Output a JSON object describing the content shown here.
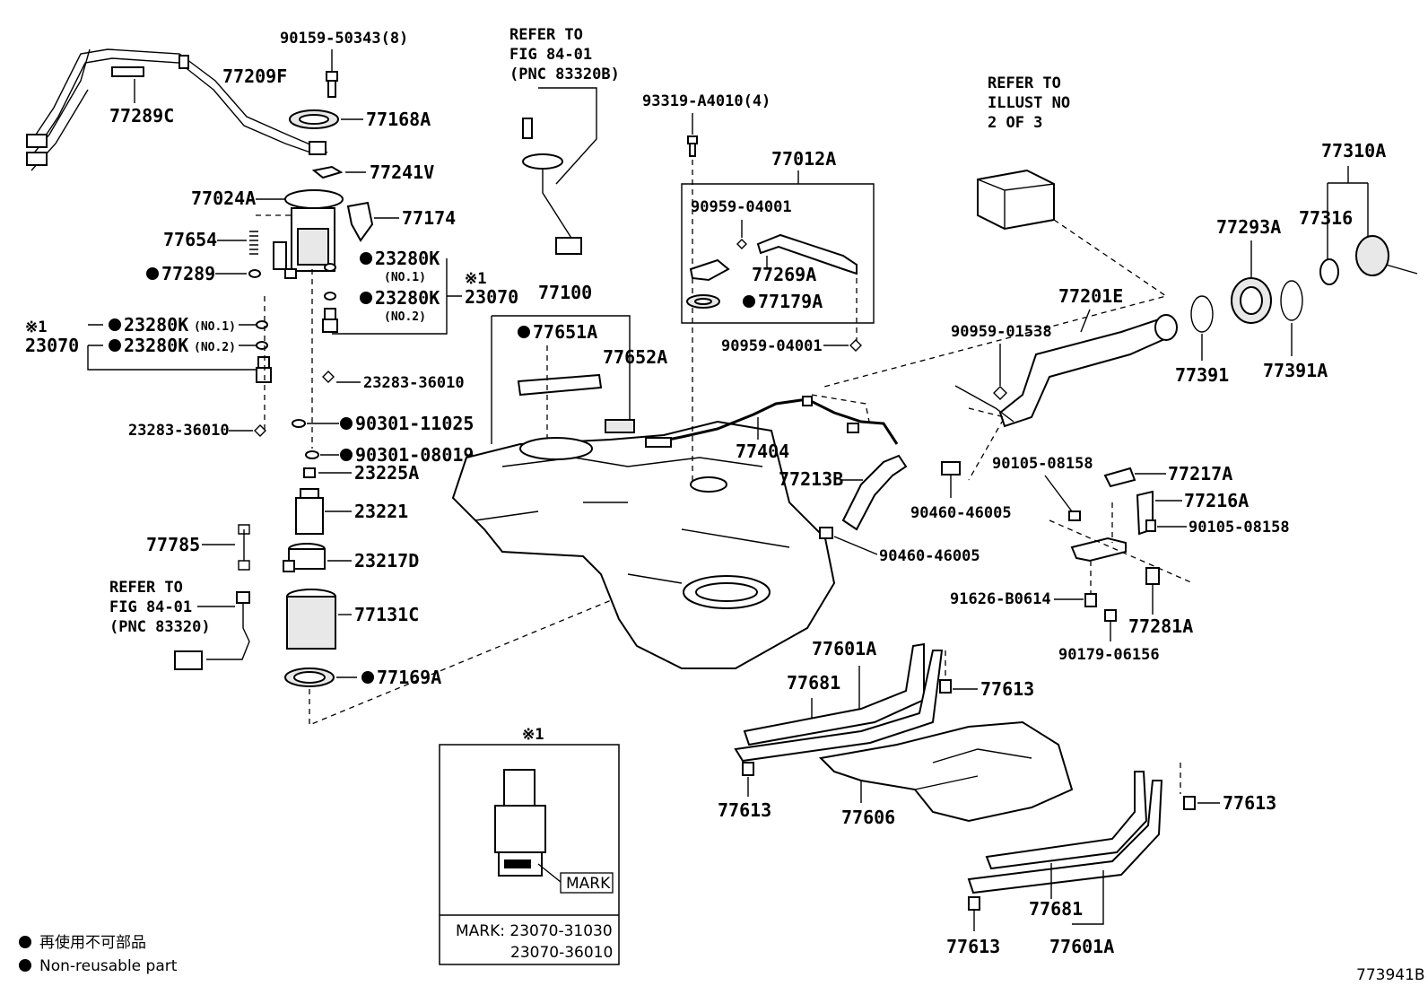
{
  "labels": {
    "p90159": "90159-50343(8)",
    "p77209F": "77209F",
    "p77289C": "77289C",
    "p77168A": "77168A",
    "p77241V": "77241V",
    "p77024A": "77024A",
    "p77174": "77174",
    "p77654": "77654",
    "p77289": "77289",
    "p23280K_a": "23280K",
    "no1_a": "(NO.1)",
    "p23280K_b": "23280K",
    "no2_a": "(NO.2)",
    "ref1_mark": "※1",
    "p23070_r": "23070",
    "ref2_mark": "※1",
    "p23070_l": "23070",
    "p23280K_c": "23280K",
    "no1_b": "(NO.1)",
    "p23280K_d": "23280K",
    "no2_b": "(NO.2)",
    "p23283_a": "23283-36010",
    "p23283_b": "23283-36010",
    "p90301_a": "90301-11025",
    "p90301_b": "90301-08019",
    "p23225A": "23225A",
    "p23221": "23221",
    "p77785": "77785",
    "p23217D": "23217D",
    "ref_fig1": "REFER TO",
    "ref_fig2": "FIG 84-01",
    "ref_fig3": "(PNC 83320)",
    "p77131C": "77131C",
    "p77169A": "77169A",
    "reft1": "REFER TO",
    "reft2": "FIG 84-01",
    "reft3": "(PNC 83320B)",
    "p77100": "77100",
    "p77651A": "77651A",
    "p77652A": "77652A",
    "p93319": "93319-A4010(4)",
    "p77012A": "77012A",
    "p90959_a": "90959-04001",
    "p77269A": "77269A",
    "p77179A": "77179A",
    "p90959_b": "90959-04001",
    "p77404": "77404",
    "p77213B": "77213B",
    "p90460_a": "90460-46005",
    "p90460_b": "90460-46005",
    "refi1": "REFER TO",
    "refi2": "ILLUST NO",
    "refi3": "2 OF 3",
    "p77310A": "77310A",
    "p77316": "77316",
    "p77293A": "77293A",
    "p77201E": "77201E",
    "p90959_c": "90959-01538",
    "p77391": "77391",
    "p77391A": "77391A",
    "p90105_a": "90105-08158",
    "p77217A": "77217A",
    "p77216A": "77216A",
    "p90105_b": "90105-08158",
    "p91626": "91626-B0614",
    "p77281A": "77281A",
    "p90179": "90179-06156",
    "p77601A_a": "77601A",
    "p77681_a": "77681",
    "p77613_a": "77613",
    "p77613_b": "77613",
    "p77606": "77606",
    "p77613_c": "77613",
    "p77681_b": "77681",
    "p77613_d": "77613",
    "p77601A_b": "77601A",
    "inset_mark": "※1",
    "mark_tag": "MARK",
    "mark_line1": "MARK: 23070-31030",
    "mark_line2": "23070-36010",
    "legend_jp": "再使用不可部品",
    "legend_en": "Non-reusable part",
    "diagram_id": "773941B"
  }
}
